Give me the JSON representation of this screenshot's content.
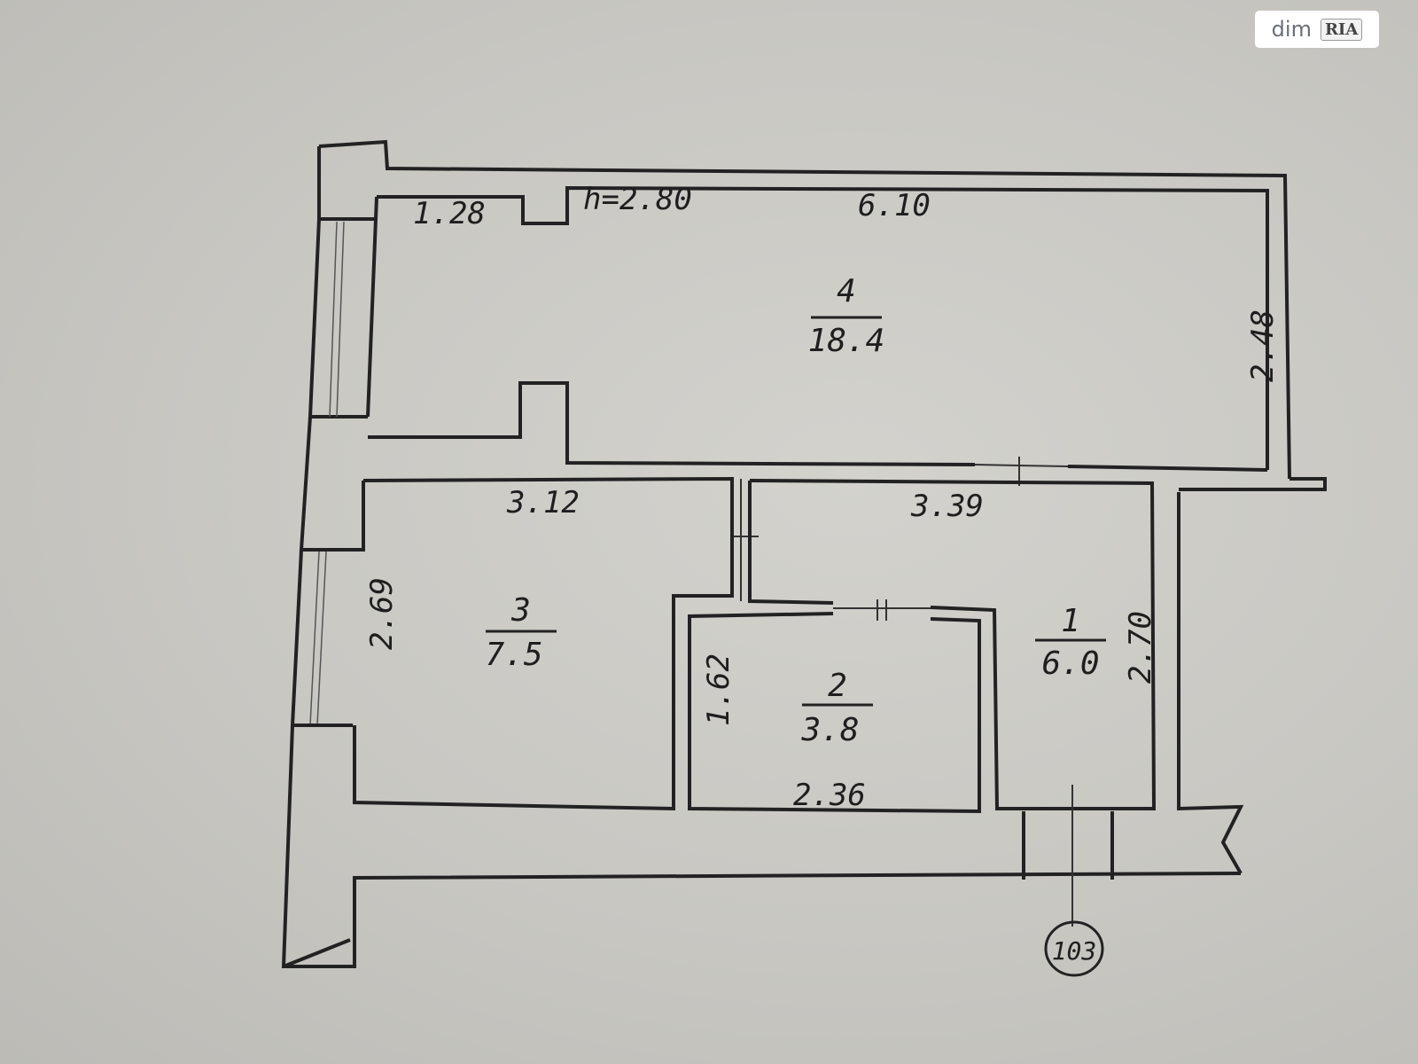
{
  "watermark": {
    "text": "dim",
    "logo_text": "RIA"
  },
  "ceiling_height": "h=2.80",
  "rooms": [
    {
      "number": "4",
      "area": "18.4"
    },
    {
      "number": "3",
      "area": "7.5"
    },
    {
      "number": "2",
      "area": "3.8"
    },
    {
      "number": "1",
      "area": "6.0"
    }
  ],
  "dimensions": {
    "room4_top_left": "1.28",
    "room4_top": "6.10",
    "room4_right": "2.48",
    "room3_top": "3.12",
    "room3_left": "2.69",
    "room1_top": "3.39",
    "room1_right": "2.70",
    "room2_left": "1.62",
    "room2_bottom": "2.36"
  },
  "unit_marker": "103",
  "colors": {
    "paper": "#c6c5c0",
    "ink": "#222222"
  }
}
